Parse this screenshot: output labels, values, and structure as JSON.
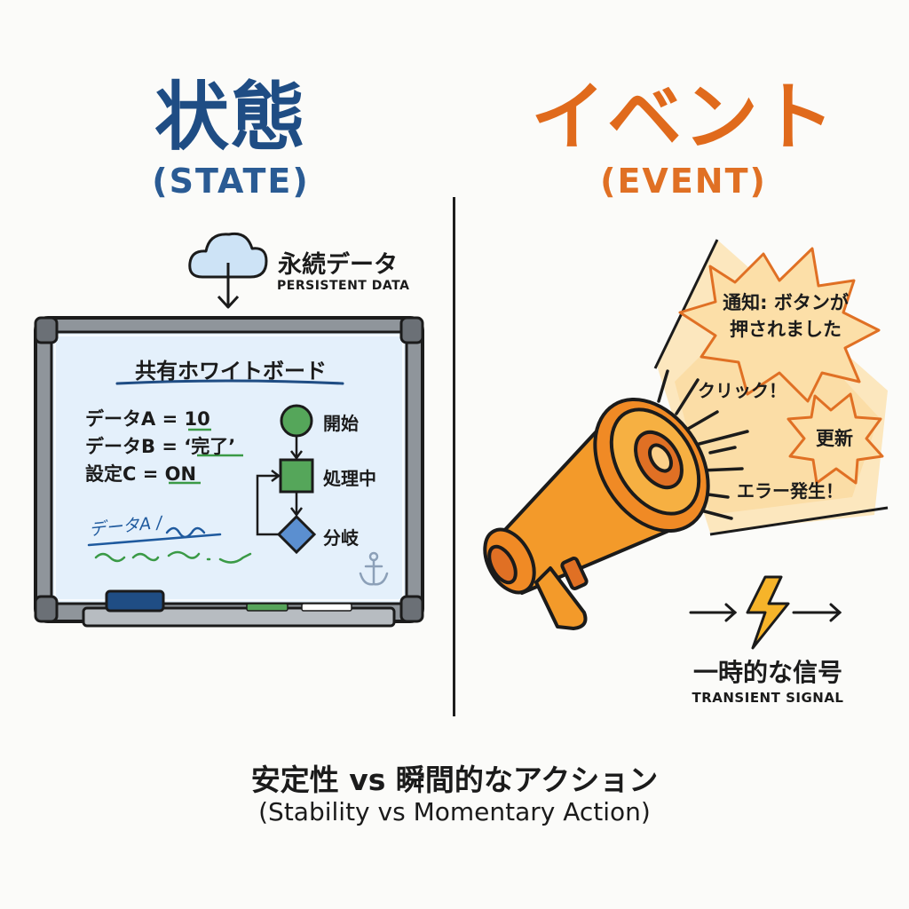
{
  "state": {
    "title": "状態",
    "subtitle": "(STATE)",
    "persistent_jp": "永続データ",
    "persistent_en": "PERSISTENT DATA",
    "whiteboard": {
      "title": "共有ホワイトボード",
      "lines": [
        "データA = 10",
        "データB = ‘完了’",
        "設定C = ON"
      ],
      "scribble": "データA /",
      "flow": [
        "開始",
        "処理中",
        "分岐"
      ]
    }
  },
  "event": {
    "title": "イベント",
    "subtitle": "(EVENT)",
    "notification_line1": "通知: ボタンが",
    "notification_line2": "押されました",
    "shouts": [
      "クリック！",
      "更新",
      "エラー発生！"
    ],
    "signal_jp": "一時的な信号",
    "signal_en": "TRANSIENT SIGNAL"
  },
  "footer": {
    "jp": "安定性 vs 瞬間的なアクション",
    "en": "(Stability vs Momentary Action)"
  },
  "colors": {
    "state_blue": "#1f4d84",
    "event_orange": "#e06a1c",
    "flow_green": "#55a65a",
    "flow_blue": "#5b8fd0",
    "bolt_yellow": "#f6b42a"
  }
}
